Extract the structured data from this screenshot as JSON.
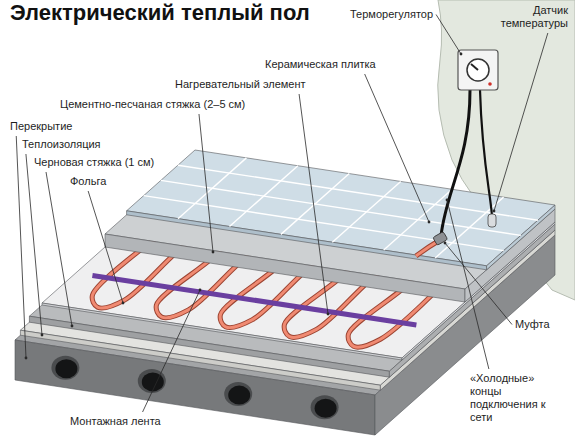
{
  "diagram": {
    "title": "Электрический теплый пол",
    "labels": [
      "Терморегулятор",
      "Датчик температуры",
      "Керамическая плитка",
      "Нагревательный элемент",
      "Цементно-песчаная стяжка (2–5 см)",
      "Перекрытие",
      "Теплоизоляция",
      "Черновая стяжка (1 см)",
      "Фольга",
      "Муфта",
      "«Холодные» концы подключения к сети",
      "Монтажная лента"
    ]
  }
}
